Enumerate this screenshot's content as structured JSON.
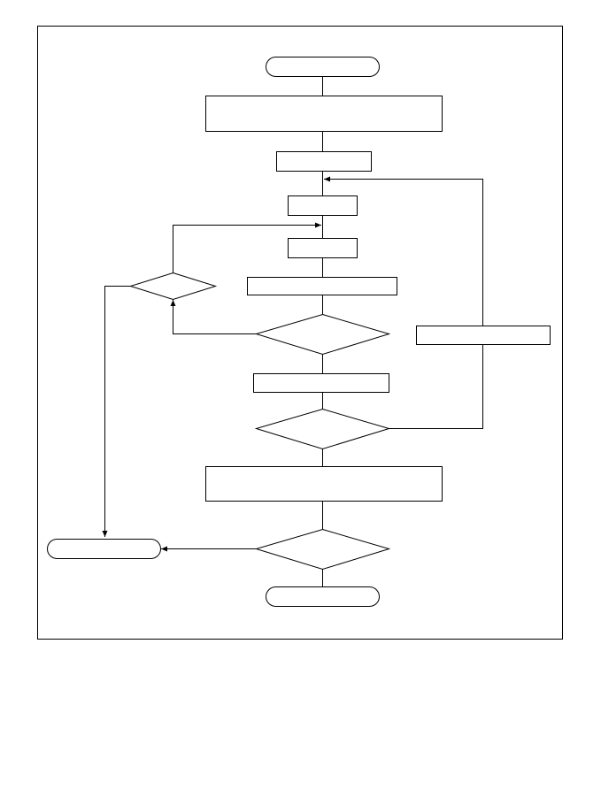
{
  "diagram": {
    "type": "flowchart",
    "colors": {
      "stroke": "#000000",
      "fill": "#ffffff",
      "background": "#ffffff"
    },
    "nodes": [
      {
        "id": "start",
        "shape": "terminal",
        "label": ""
      },
      {
        "id": "process-1",
        "shape": "process",
        "label": ""
      },
      {
        "id": "process-2",
        "shape": "process",
        "label": ""
      },
      {
        "id": "process-3",
        "shape": "process",
        "label": ""
      },
      {
        "id": "process-4",
        "shape": "process",
        "label": ""
      },
      {
        "id": "process-5",
        "shape": "process",
        "label": ""
      },
      {
        "id": "decision-1",
        "shape": "decision",
        "label": ""
      },
      {
        "id": "decision-left",
        "shape": "decision",
        "label": ""
      },
      {
        "id": "process-6",
        "shape": "process",
        "label": ""
      },
      {
        "id": "decision-2",
        "shape": "decision",
        "label": ""
      },
      {
        "id": "process-right",
        "shape": "process",
        "label": ""
      },
      {
        "id": "process-7",
        "shape": "process",
        "label": ""
      },
      {
        "id": "decision-3",
        "shape": "decision",
        "label": ""
      },
      {
        "id": "end-left",
        "shape": "terminal",
        "label": ""
      },
      {
        "id": "end",
        "shape": "terminal",
        "label": ""
      }
    ]
  }
}
